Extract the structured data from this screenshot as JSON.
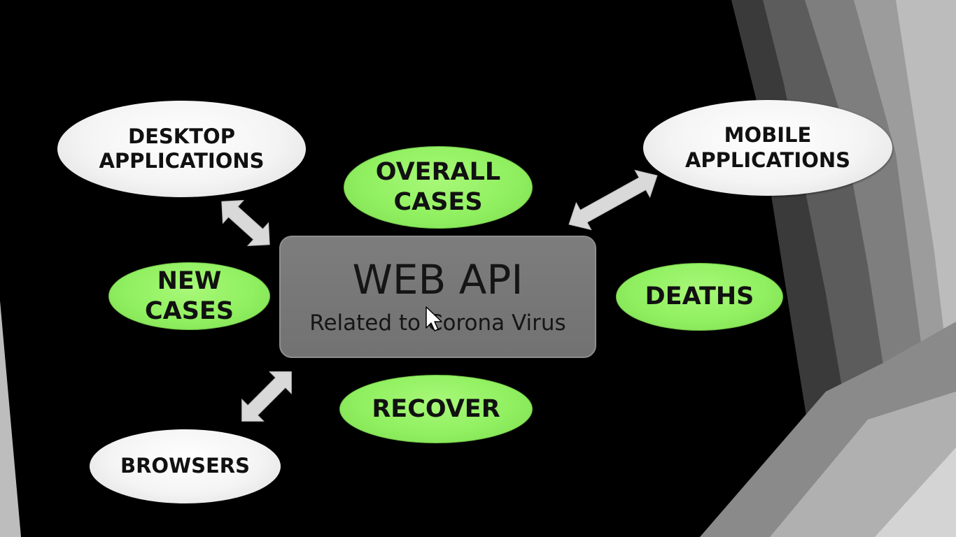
{
  "center": {
    "title": "WEB API",
    "subtitle": "Related to Corona Virus"
  },
  "clients": {
    "desktop": "DESKTOP\nAPPLICATIONS",
    "mobile": "MOBILE\nAPPLICATIONS",
    "browsers": "BROWSERS"
  },
  "data_items": {
    "overall_cases": "OVERALL\nCASES",
    "new_cases": "NEW\nCASES",
    "deaths": "DEATHS",
    "recover": "RECOVER"
  },
  "colors": {
    "background": "#000000",
    "client_oval": "#f2f2f2",
    "data_oval": "#92f264",
    "center_box": "#787878",
    "arrow": "#d9d9d9"
  },
  "icons": {
    "arrows": "double-headed-arrow",
    "pointer": "mouse-cursor-icon"
  }
}
